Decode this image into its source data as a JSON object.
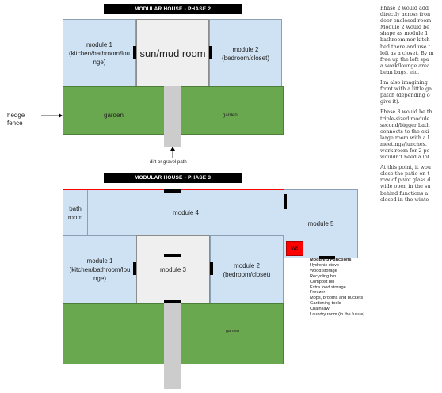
{
  "phase2": {
    "banner": "MODULAR HOUSE - PHASE 2",
    "module1": "module 1\n(kitchen/bathroom/lou\nnge)",
    "sunroom": "sun/mud room",
    "module2": "module 2\n(bedroom/closet)",
    "garden_left": "garden",
    "garden_right": "garden",
    "hedge": "hedge\nfence",
    "path": "dirt or gravel path"
  },
  "phase3": {
    "banner": "MODULAR HOUSE - PHASE 3",
    "bath": "bath\nroom",
    "module4": "module 4",
    "module5": "module 5",
    "red_box": "WB",
    "module1": "module 1\n(kitchen/bathroom/lou\nnge)",
    "module3": "module 3",
    "module2": "module 2\n(bedroom/closet)",
    "garden": "garden"
  },
  "functions": {
    "title": "Module 5 Functions:",
    "items": [
      "Hydronic stove",
      "Wood storage",
      "Recycling bin",
      "Compost bin",
      "Extra food storage",
      "Freezer",
      "Mops, brooms and buckets",
      "Gardening tools",
      "Chainsaw",
      "Laundry room (in the future)"
    ]
  },
  "text": {
    "p1": [
      "Phase 2 would add",
      "directly across fron",
      "door enclosed room",
      "Module 2 would be",
      "shape as module 1",
      "bathroom nor kitch",
      "bed there and use t",
      "loft as a closet. By m",
      "free up the loft spa",
      "a work/lounge area",
      "bean bags, etc."
    ],
    "p2": [
      "I'm also imagining",
      "front with a little ga",
      "patch (depending o",
      "give it)."
    ],
    "p3": [
      "Phase 3 would be th",
      "triple-sized module",
      "second/bigger bath",
      "connects to the exi",
      "large room with a l",
      "meetings/lunches.",
      "work room for 2 pe",
      "wouldn't need a lof"
    ],
    "p4": [
      "At this point, it wou",
      "close the patio on t",
      "row of pivot glass d",
      "wide open in the su",
      "behind functions a",
      "closed in the winte"
    ]
  },
  "colors": {
    "module": "#cfe2f3",
    "garden": "#6aa84f",
    "sunroom": "#efefef",
    "path": "#cccccc",
    "outline": "#ff0000",
    "red_box": "#ff0000"
  }
}
